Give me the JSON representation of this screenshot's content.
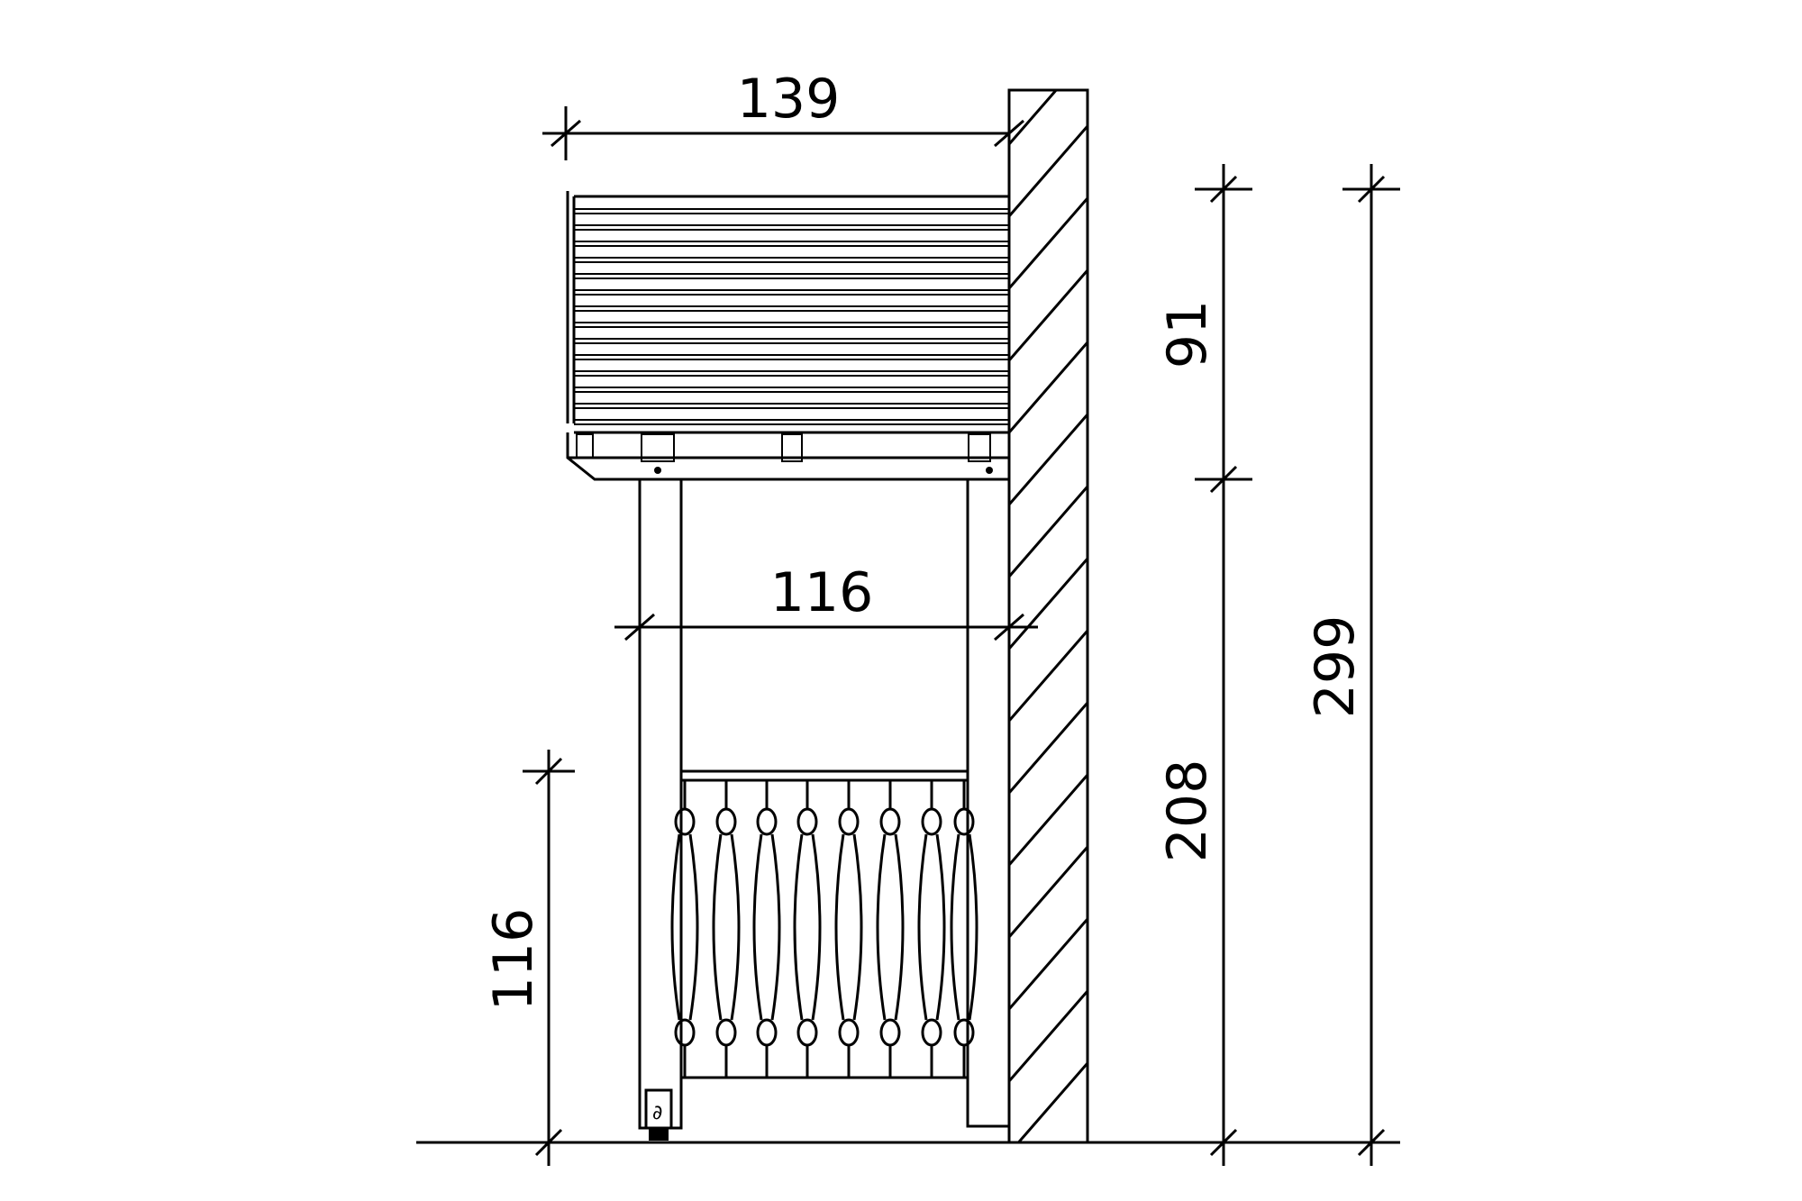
{
  "dimensions": {
    "roof_depth": "139",
    "post_spacing": "116",
    "railing_height": "116",
    "roof_height": "91",
    "clearance_height": "208",
    "total_height": "299"
  },
  "colors": {
    "line": "#000000",
    "background": "#ffffff"
  }
}
